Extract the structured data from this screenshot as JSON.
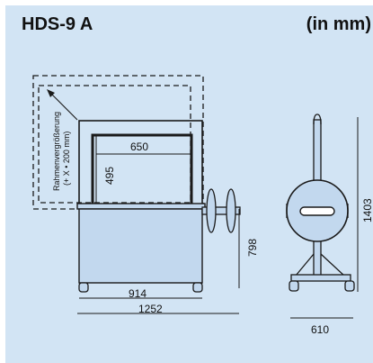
{
  "header": {
    "model": "HDS-9 A",
    "unit": "(in mm)"
  },
  "annotation": {
    "line1": "Rahmenvergrößerung",
    "line2": "(+ X • 200 mm)"
  },
  "dimensions": {
    "frame_width": "650",
    "frame_height": "495",
    "table_height": "798",
    "base_width": "914",
    "overall_width": "1252",
    "side_height": "1403",
    "side_depth": "610"
  },
  "colors": {
    "background": "#d2e4f4",
    "table_fill": "#c2d8ee",
    "line": "#1a1a1a"
  }
}
